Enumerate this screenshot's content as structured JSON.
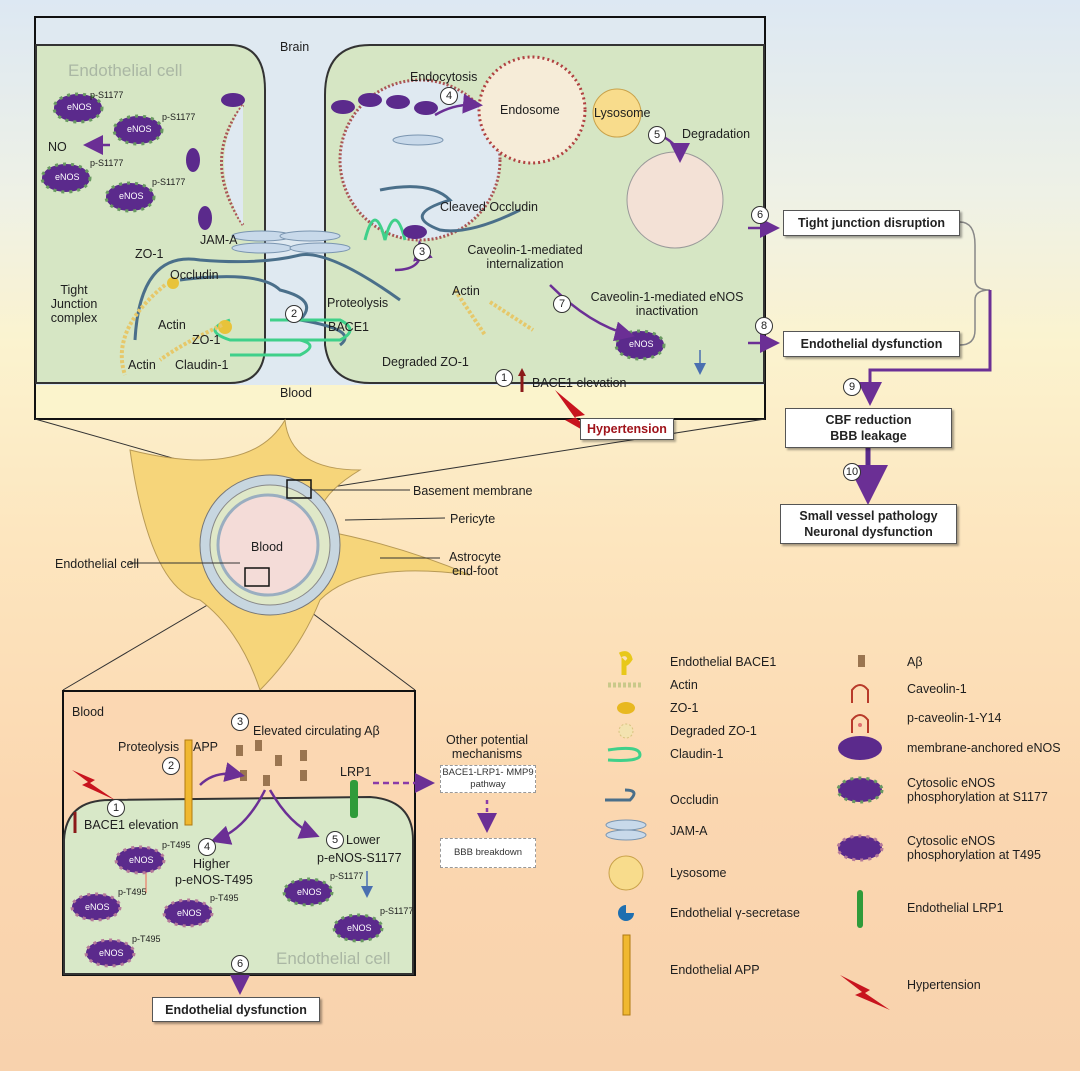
{
  "top_panel": {
    "brain": "Brain",
    "blood": "Blood",
    "endothelial_cell": "Endothelial cell",
    "no": "NO",
    "p_s1177": "p-S1177",
    "enos": "eNOS",
    "endocytosis": "Endocytosis",
    "endosome": "Endosome",
    "lysosome": "Lysosome",
    "degradation": "Degradation",
    "cleaved_occludin": "Cleaved Occludin",
    "jam_a": "JAM-A",
    "zo1": "ZO-1",
    "occludin": "Occludin",
    "tight_junction": "Tight Junction complex",
    "actin": "Actin",
    "claudin1": "Claudin-1",
    "proteolysis": "Proteolysis",
    "bace1": "BACE1",
    "degraded_zo1": "Degraded ZO-1",
    "caveolin_internalization": "Caveolin-1-mediated internalization",
    "caveolin_inactivation": "Caveolin-1-mediated eNOS inactivation",
    "bace1_elevation": "BACE1 elevation",
    "hypertension": "Hypertension",
    "steps": [
      "1",
      "2",
      "3",
      "4",
      "5",
      "6",
      "7",
      "8",
      "9",
      "10"
    ]
  },
  "outcomes": {
    "tight_junction_disruption": "Tight junction disruption",
    "endothelial_dysfunction": "Endothelial dysfunction",
    "cbf_reduction": "CBF reduction",
    "bbb_leakage": "BBB leakage",
    "small_vessel": "Small vessel pathology",
    "neuronal_dysfunction": "Neuronal dysfunction"
  },
  "vessel": {
    "basement_membrane": "Basement membrane",
    "pericyte": "Pericyte",
    "astrocyte": "Astrocyte end-foot",
    "endothelial_cell": "Endothelial cell",
    "blood": "Blood"
  },
  "bottom_panel": {
    "blood": "Blood",
    "proteolysis": "Proteolysis",
    "app": "APP",
    "elevated_abeta": "Elevated circulating Aβ",
    "lrp1": "LRP1",
    "bace1_elevation": "BACE1 elevation",
    "higher": "Higher",
    "p_enos_t495": "p-eNOS-T495",
    "lower": "Lower",
    "p_enos_s1177": "p-eNOS-S1177",
    "p_t495": "p-T495",
    "p_s1177": "p-S1177",
    "enos": "eNOS",
    "endothelial_cell": "Endothelial cell",
    "endothelial_dysfunction": "Endothelial dysfunction",
    "other_mechanisms": "Other potential mechanisms",
    "lrp1_pathway": "BACE1-LRP1- MMP9 pathway",
    "bbb_breakdown": "BBB breakdown",
    "steps": [
      "1",
      "2",
      "3",
      "4",
      "5",
      "6"
    ]
  },
  "legend": {
    "col1": [
      "Endothelial BACE1",
      "Actin",
      "ZO-1",
      "Degraded ZO-1",
      "Claudin-1",
      "Occludin",
      "JAM-A",
      "Lysosome",
      "Endothelial γ-secretase",
      "Endothelial APP"
    ],
    "col2": [
      "Aβ",
      "Caveolin-1",
      "p-caveolin-1-Y14",
      "membrane-anchored eNOS",
      "Cytosolic eNOS phosphorylation at S1177",
      "Cytosolic eNOS phosphorylation at T495",
      "Endothelial LRP1",
      "Hypertension"
    ]
  },
  "colors": {
    "cell": "#d6e6c4",
    "enos": "#5b2a8c",
    "arrow": "#6b2f95",
    "bace1": "#f2d21b",
    "claudin": "#3fd08a",
    "occludin": "#4a6f8a",
    "hypertension": "#c8141e"
  }
}
